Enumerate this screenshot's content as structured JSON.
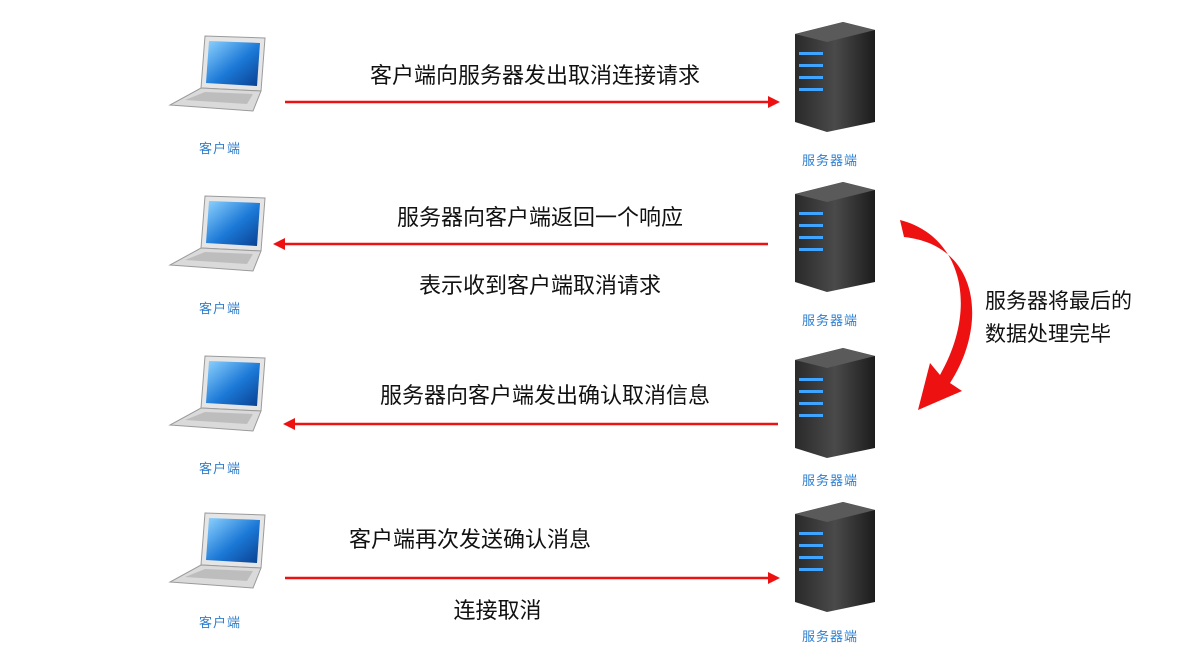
{
  "colors": {
    "arrow": "#ee1111",
    "label": "#2f7fcf"
  },
  "labels": {
    "client": "客户端",
    "server": "服务器端"
  },
  "steps": [
    {
      "line1": "客户端向服务器发出取消连接请求",
      "line2": ""
    },
    {
      "line1": "服务器向客户端返回一个响应",
      "line2": "表示收到客户端取消请求"
    },
    {
      "line1": "服务器向客户端发出确认取消信息",
      "line2": ""
    },
    {
      "line1": "客户端再次发送确认消息",
      "line2": "连接取消"
    }
  ],
  "side_note": {
    "line1": "服务器将最后的",
    "line2": "数据处理完毕"
  }
}
